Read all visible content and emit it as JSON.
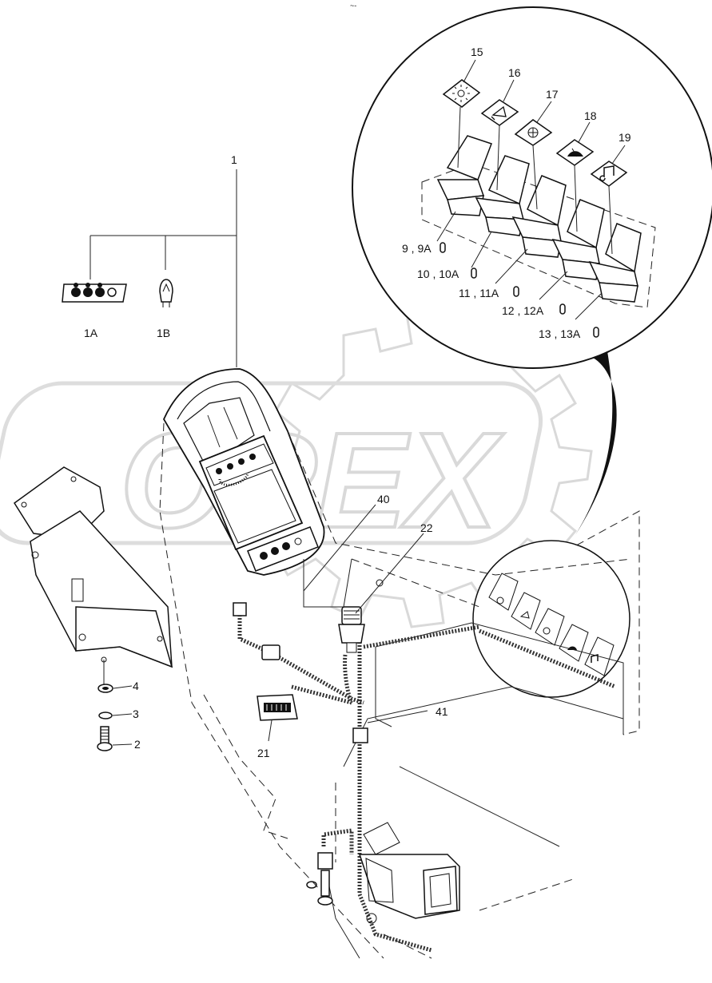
{
  "header": {
    "corner_mark": "~-"
  },
  "watermark": {
    "text": "OPEX",
    "color": "#d9d9d9"
  },
  "labels": {
    "l1": "1",
    "l1A": "1A",
    "l1B": "1B",
    "l2": "2",
    "l3": "3",
    "l4": "4",
    "l15": "15",
    "l16": "16",
    "l17": "17",
    "l18": "18",
    "l19": "19",
    "l21": "21",
    "l22": "22",
    "l40": "40",
    "l41": "41",
    "l9": "9 , 9A",
    "l10": "10 , 10A",
    "l11": "11 , 11A",
    "l12": "12 , 12A",
    "l13": "13 , 13A"
  },
  "icons": {
    "switch_symbols": [
      "sun-icon",
      "horn-icon",
      "fan-icon",
      "wiper-icon",
      "music-note-icon"
    ],
    "bulb": "bulb-icon"
  }
}
